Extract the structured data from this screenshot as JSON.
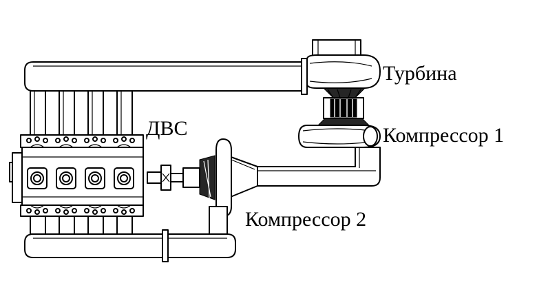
{
  "diagram": {
    "labels": {
      "engine": "ДВС",
      "turbine": "Турбина",
      "compressor1": "Компрессор 1",
      "compressor2": "Компрессор 2"
    },
    "colors": {
      "stroke": "#000000",
      "background": "#ffffff"
    },
    "engine": {
      "cylinders": 4
    }
  }
}
